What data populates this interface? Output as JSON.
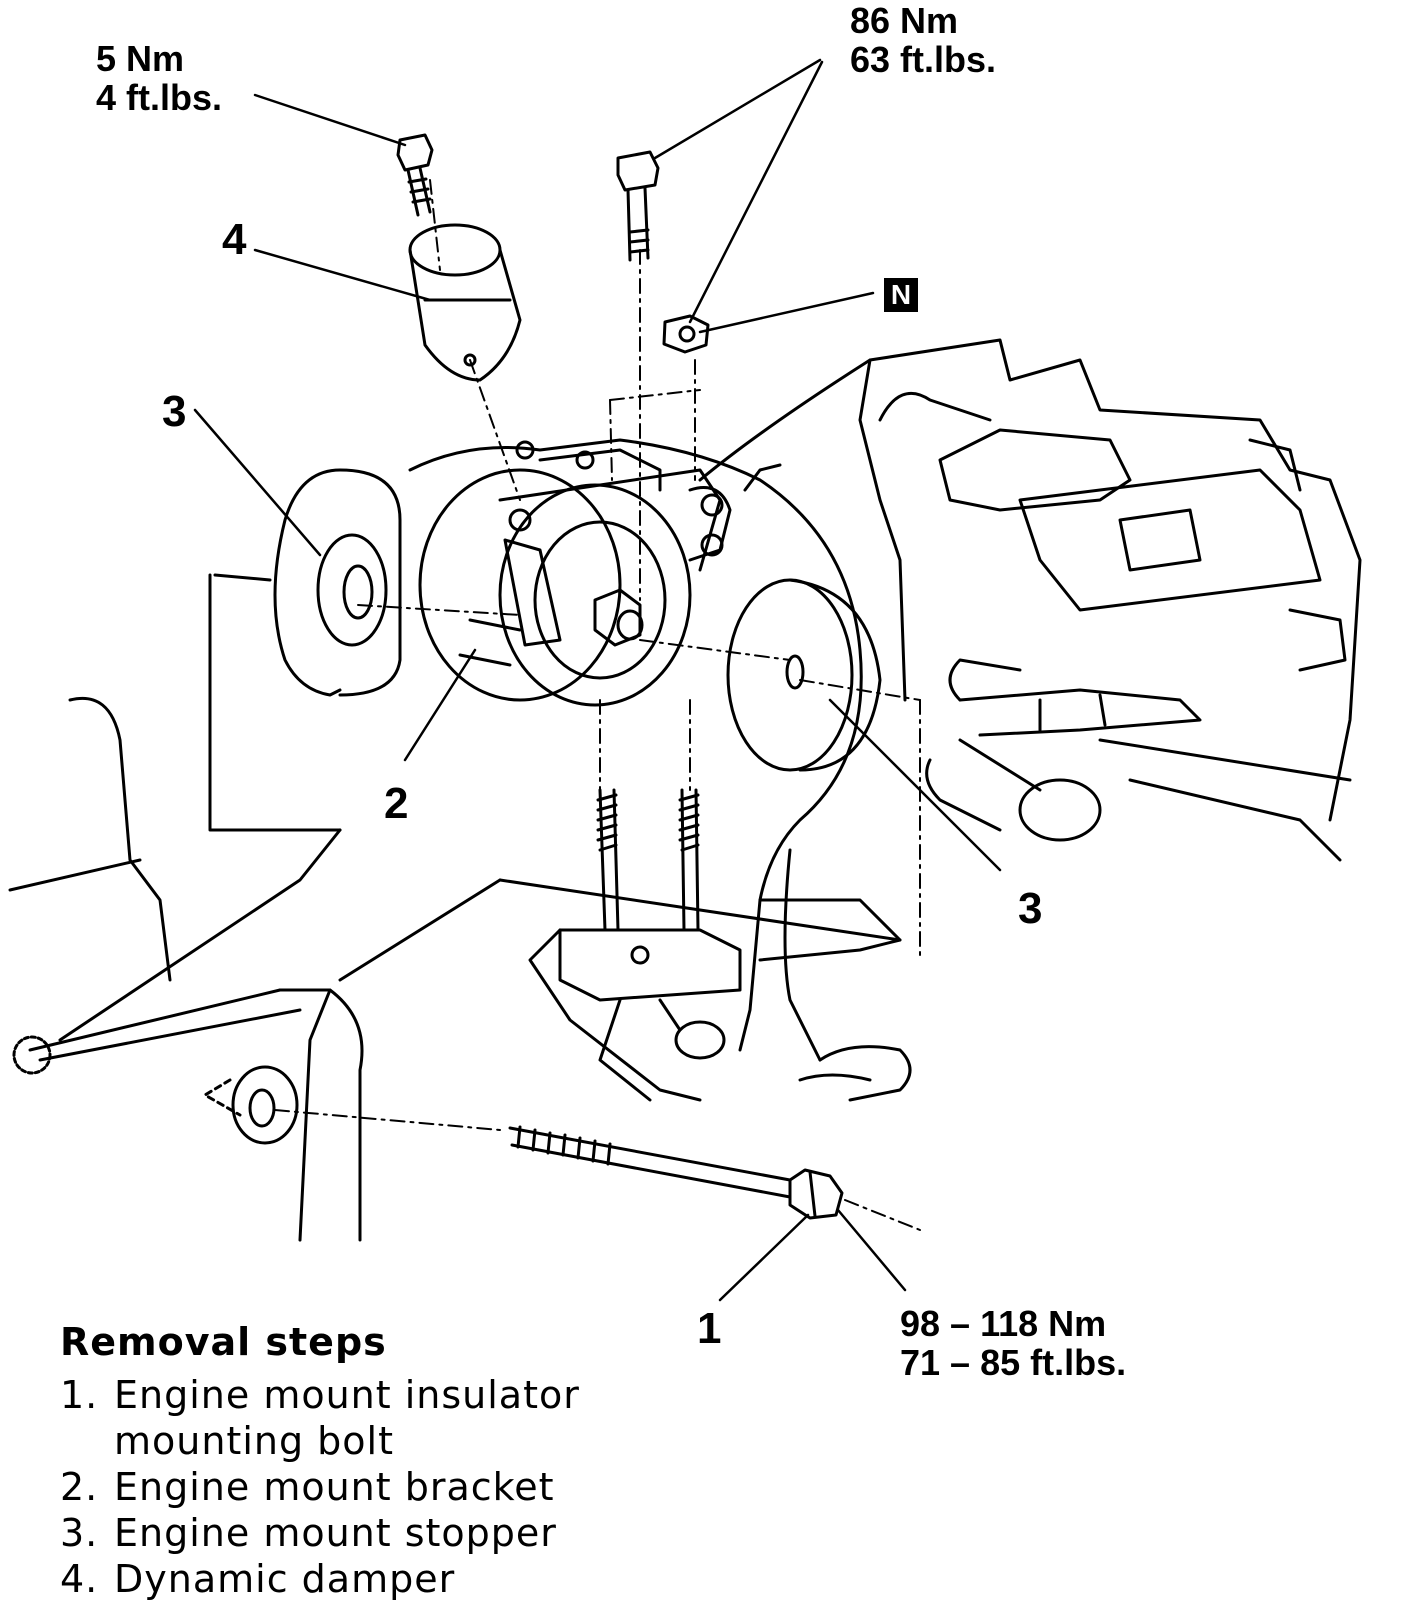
{
  "torque_labels": {
    "top_left": {
      "nm": "5 Nm",
      "ftlbs": "4  ft.lbs."
    },
    "top_right": {
      "nm": "86 Nm",
      "ftlbs": "63 ft.lbs."
    },
    "bottom_right": {
      "nm": "98 – 118 Nm",
      "ftlbs": "71 – 85 ft.lbs."
    }
  },
  "new_part_marker": "N",
  "callouts": {
    "item4": "4",
    "item3_left": "3",
    "item2": "2",
    "item3_right": "3",
    "item1": "1"
  },
  "removal_steps": {
    "title": "Removal steps",
    "steps": [
      {
        "num": "1.",
        "line1": "Engine  mount  insulator",
        "line2": "mounting  bolt"
      },
      {
        "num": "2.",
        "line1": "Engine  mount  bracket"
      },
      {
        "num": "3.",
        "line1": "Engine  mount  stopper"
      },
      {
        "num": "4.",
        "line1": "Dynamic  damper"
      }
    ]
  }
}
